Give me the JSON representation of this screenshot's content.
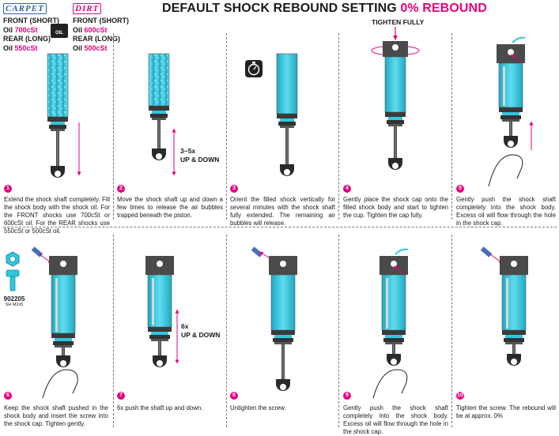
{
  "header": {
    "title_main": "DEFAULT SHOCK REBOUND SETTING",
    "title_highlight": "0% REBOUND"
  },
  "oil_info": {
    "carpet_logo": "CARPET",
    "dirt_logo": "DIRT",
    "carpet_front_label": "FRONT (SHORT)",
    "carpet_front_prefix": "Oil",
    "carpet_front_value": "700cSt",
    "carpet_rear_label": "REAR (LONG)",
    "carpet_rear_prefix": "Oil",
    "carpet_rear_value": "550cSt",
    "dirt_front_label": "FRONT (SHORT)",
    "dirt_front_prefix": "Oil",
    "dirt_front_value": "600cSt",
    "dirt_rear_label": "REAR (LONG)",
    "dirt_rear_prefix": "Oil",
    "dirt_rear_value": "500cSt",
    "oil_badge": "OIL"
  },
  "labels": {
    "tighten_fully": "TIGHTEN FULLY",
    "up_down_5x_count": "3~5x",
    "up_down_5x_text": "UP & DOWN",
    "up_down_6x_count": "6x",
    "up_down_6x_text": "UP & DOWN",
    "part_number": "902205",
    "part_desc": "SH M2x5"
  },
  "colors": {
    "accent": "#e6007e",
    "oil": "#2fc7de",
    "frame": "#4a4a4a"
  },
  "steps": [
    {
      "num": "1",
      "text": "Extend the shock shaft completely. Fill the shock body with the shock oil. For the FRONT shocks use 700cSt or 600cSt oil. For the REAR shocks use 550cSt or 500cSt oil."
    },
    {
      "num": "2",
      "text": "Move the shock shaft up and down a few times to release the air bubbles trapped beneath the piston."
    },
    {
      "num": "3",
      "text": "Orient the filled shock vertically for several minutes with the shock shaft fully extended. The remaining air bubbles will release."
    },
    {
      "num": "4",
      "text": "Gently place the shock cap onto the filled shock body and start to tighten the cup. Tighten the cap fully."
    },
    {
      "num": "5",
      "text": "Gently push the shock shaft completely into the shock body. Excess oil will flow through the hole in the shock cap."
    },
    {
      "num": "6",
      "text": "Keep the shock shaft pushed in the shock body and insert the screw into the shock cap. Tighten gently."
    },
    {
      "num": "7",
      "text": "6x push the shaft up and down."
    },
    {
      "num": "8",
      "text": "Untighten the screw."
    },
    {
      "num": "9",
      "text": "Gently push the shock shaft completely into the shock body. Excess oil will flow through the hole in the shock cap."
    },
    {
      "num": "10",
      "text": "Tighten the screw. The rebound will be at approx. 0%"
    }
  ]
}
